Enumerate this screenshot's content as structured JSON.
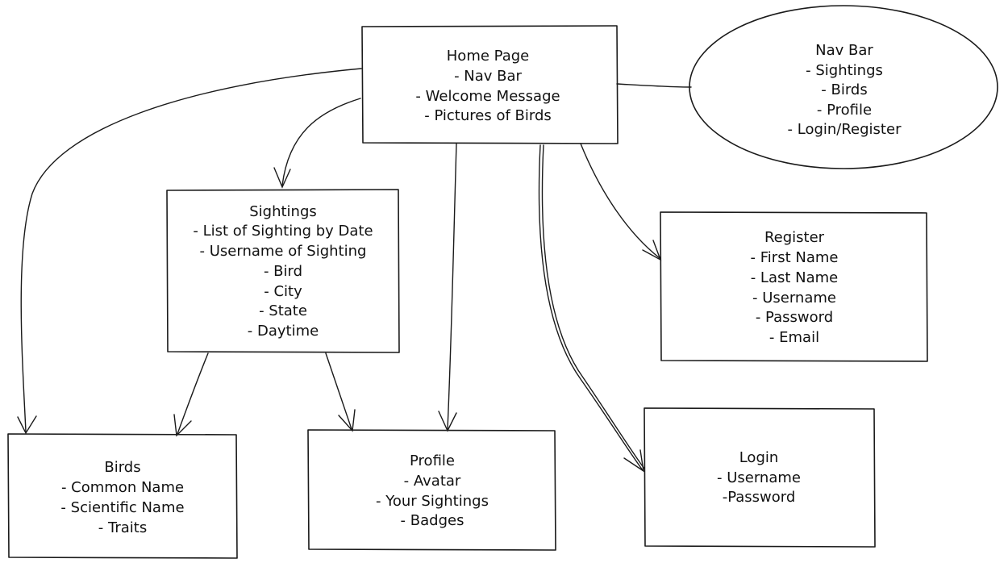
{
  "nodes": {
    "home": {
      "title": "Home Page",
      "items": [
        "- Nav Bar",
        "- Welcome Message",
        "- Pictures of Birds"
      ]
    },
    "navbar": {
      "title": "Nav Bar",
      "items": [
        "- Sightings",
        "- Birds",
        "- Profile",
        "- Login/Register"
      ]
    },
    "sightings": {
      "title": "Sightings",
      "items": [
        "- List of Sighting by Date",
        "- Username of Sighting",
        "- Bird",
        "- City",
        "- State",
        "- Daytime"
      ]
    },
    "register": {
      "title": "Register",
      "items": [
        "- First Name",
        "- Last Name",
        "- Username",
        "- Password",
        "- Email"
      ]
    },
    "birds": {
      "title": "Birds",
      "items": [
        "- Common Name",
        "- Scientific Name",
        "- Traits"
      ]
    },
    "profile": {
      "title": "Profile",
      "items": [
        "- Avatar",
        "- Your Sightings",
        "- Badges"
      ]
    },
    "login": {
      "title": "Login",
      "items": [
        "- Username",
        "-Password"
      ]
    }
  },
  "edges": [
    {
      "from": "home",
      "to": "navbar",
      "arrow": false
    },
    {
      "from": "home",
      "to": "birds",
      "arrow": true
    },
    {
      "from": "home",
      "to": "sightings",
      "arrow": true
    },
    {
      "from": "home",
      "to": "profile",
      "arrow": true
    },
    {
      "from": "home",
      "to": "login",
      "arrow": true
    },
    {
      "from": "home",
      "to": "register",
      "arrow": true
    },
    {
      "from": "sightings",
      "to": "birds",
      "arrow": true
    },
    {
      "from": "sightings",
      "to": "profile",
      "arrow": true
    }
  ]
}
